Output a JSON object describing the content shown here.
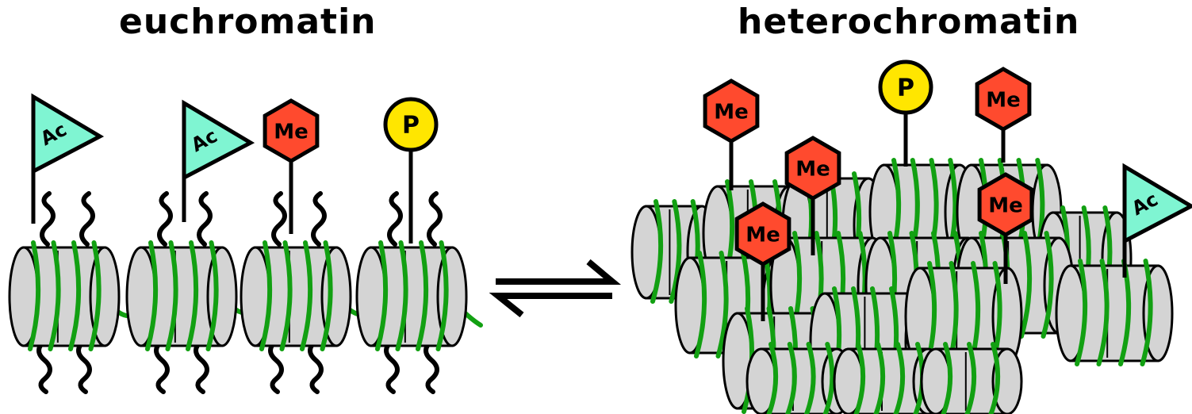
{
  "titles": {
    "left": "euchromatin",
    "right": "heterochromatin"
  },
  "marks": {
    "acetyl": "Ac",
    "methyl": "Me",
    "phospho": "P"
  },
  "colors": {
    "acetyl": "#7ff5d2",
    "methyl": "#ff4a2e",
    "phospho": "#ffe600",
    "dna": "#12a012",
    "histone": "#d4d4d4",
    "outline": "#000000"
  },
  "icons": [
    "acetyl-flag-icon",
    "methyl-hexagon-icon",
    "phospho-circle-icon",
    "equilibrium-arrows-icon"
  ]
}
